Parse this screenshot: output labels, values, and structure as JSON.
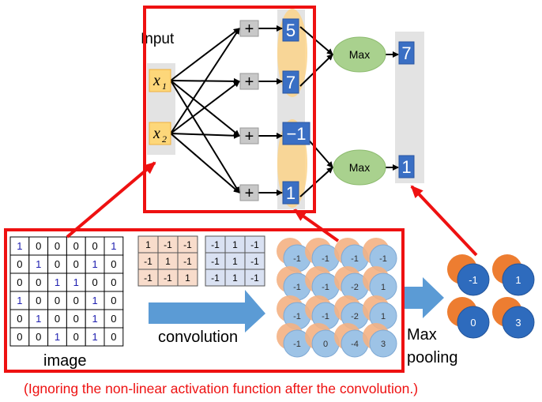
{
  "network": {
    "input_label": "Input",
    "inputs": [
      "x",
      "x"
    ],
    "input_subscripts": [
      "1",
      "2"
    ],
    "sum_symbol": "+",
    "neuron_outputs": [
      "5",
      "7",
      "−1",
      "1"
    ],
    "max_label": "Max",
    "max_outputs": [
      "7",
      "1"
    ]
  },
  "image": {
    "label": "image",
    "matrix": [
      [
        "1",
        "0",
        "0",
        "0",
        "0",
        "1"
      ],
      [
        "0",
        "1",
        "0",
        "0",
        "1",
        "0"
      ],
      [
        "0",
        "0",
        "1",
        "1",
        "0",
        "0"
      ],
      [
        "1",
        "0",
        "0",
        "0",
        "1",
        "0"
      ],
      [
        "0",
        "1",
        "0",
        "0",
        "1",
        "0"
      ],
      [
        "0",
        "0",
        "1",
        "0",
        "1",
        "0"
      ]
    ]
  },
  "filters": [
    [
      [
        "1",
        "-1",
        "-1"
      ],
      [
        "-1",
        "1",
        "-1"
      ],
      [
        "-1",
        "-1",
        "1"
      ]
    ],
    [
      [
        "-1",
        "1",
        "-1"
      ],
      [
        "-1",
        "1",
        "-1"
      ],
      [
        "-1",
        "1",
        "-1"
      ]
    ]
  ],
  "convolution_label": "convolution",
  "feature_map": [
    [
      "-1",
      "-1",
      "-1",
      "-1"
    ],
    [
      "-1",
      "-1",
      "-2",
      "1"
    ],
    [
      "-1",
      "-1",
      "-2",
      "1"
    ],
    [
      "-1",
      "0",
      "-4",
      "3"
    ]
  ],
  "pooling_label_1": "Max",
  "pooling_label_2": "pooling",
  "pooled": [
    [
      "-1",
      "1"
    ],
    [
      "0",
      "3"
    ]
  ],
  "caption": "(Ignoring the non-linear activation function after the convolution.)",
  "colors": {
    "red": "#ee1111",
    "blue_box": "#3a6fc4",
    "orange_ellipse": "#fbd38a",
    "input_box": "#fdd77a",
    "max_node": "#a9d18e",
    "filter1": "#f8dccb",
    "filter2": "#d9e1f2",
    "arrow_blue": "#5b9bd5",
    "circle_light_blue": "#9dc3e6",
    "circle_salmon": "#f4b183",
    "circle_dark_blue": "#2e6bbd",
    "circle_orange": "#ed7d31"
  }
}
